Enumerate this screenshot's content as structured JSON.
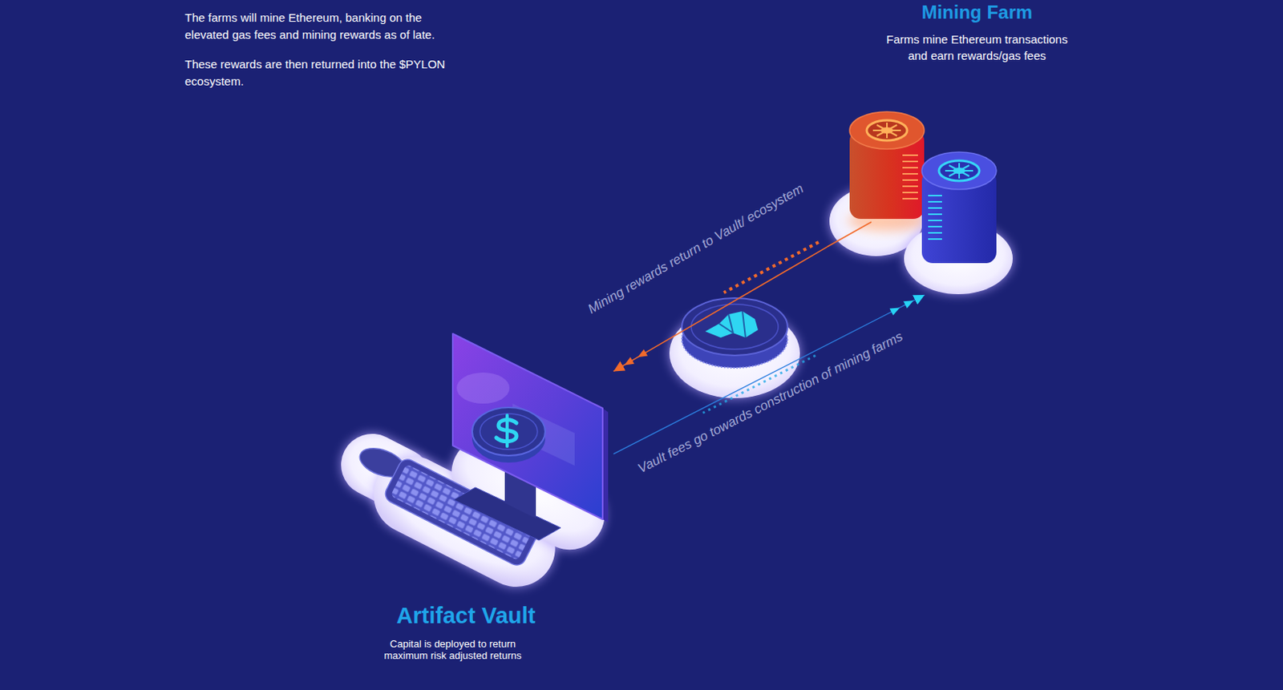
{
  "diagram": {
    "nodes": [
      {
        "text": [
          "Mining Farm",
          "Farms mine Ethereum transactions and earn rewards/gas fees"
        ]
      },
      {
        "text": [
          "Artifact Vault",
          "Capital is deployed to return maximum risk adjusted returns"
        ]
      }
    ],
    "edges": [
      {
        "from": 0,
        "to": 1,
        "label": "Mining rewards return to Vault/ ecosystem",
        "arrow": "to"
      },
      {
        "from": 1,
        "to": 0,
        "label": "Vault fees go towards construction of mining farms",
        "arrow": "to"
      }
    ],
    "labels": [
      "The farms will mine Ethereum, banking on the elevated gas fees and mining rewards as of late.",
      "These rewards are then returned into the $PYLON ecosystem."
    ]
  }
}
